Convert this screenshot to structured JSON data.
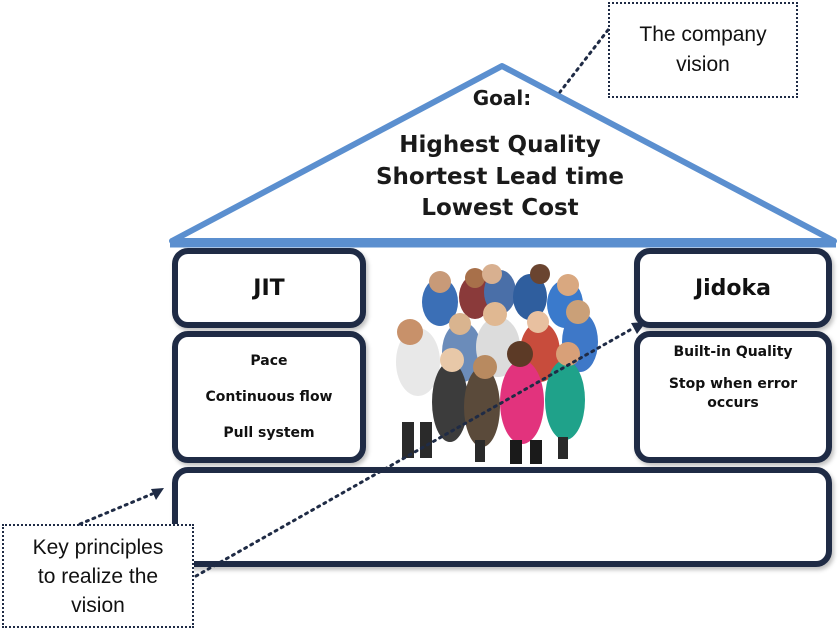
{
  "roof": {
    "goal_label": "Goal:",
    "goals": [
      "Highest Quality",
      "Shortest Lead time",
      "Lowest Cost"
    ]
  },
  "pillars": {
    "left": {
      "title": "JIT",
      "items": [
        "Pace",
        "Continuous flow",
        "Pull system"
      ]
    },
    "right": {
      "title": "Jidoka",
      "items": [
        "Built-in Quality",
        "Stop when error occurs"
      ]
    }
  },
  "callouts": {
    "vision": [
      "The company",
      "vision"
    ],
    "principles": [
      "Key principles",
      "to realize the",
      "vision"
    ]
  },
  "colors": {
    "roof_stroke": "#5b8fcf",
    "frame": "#1f2b45"
  }
}
